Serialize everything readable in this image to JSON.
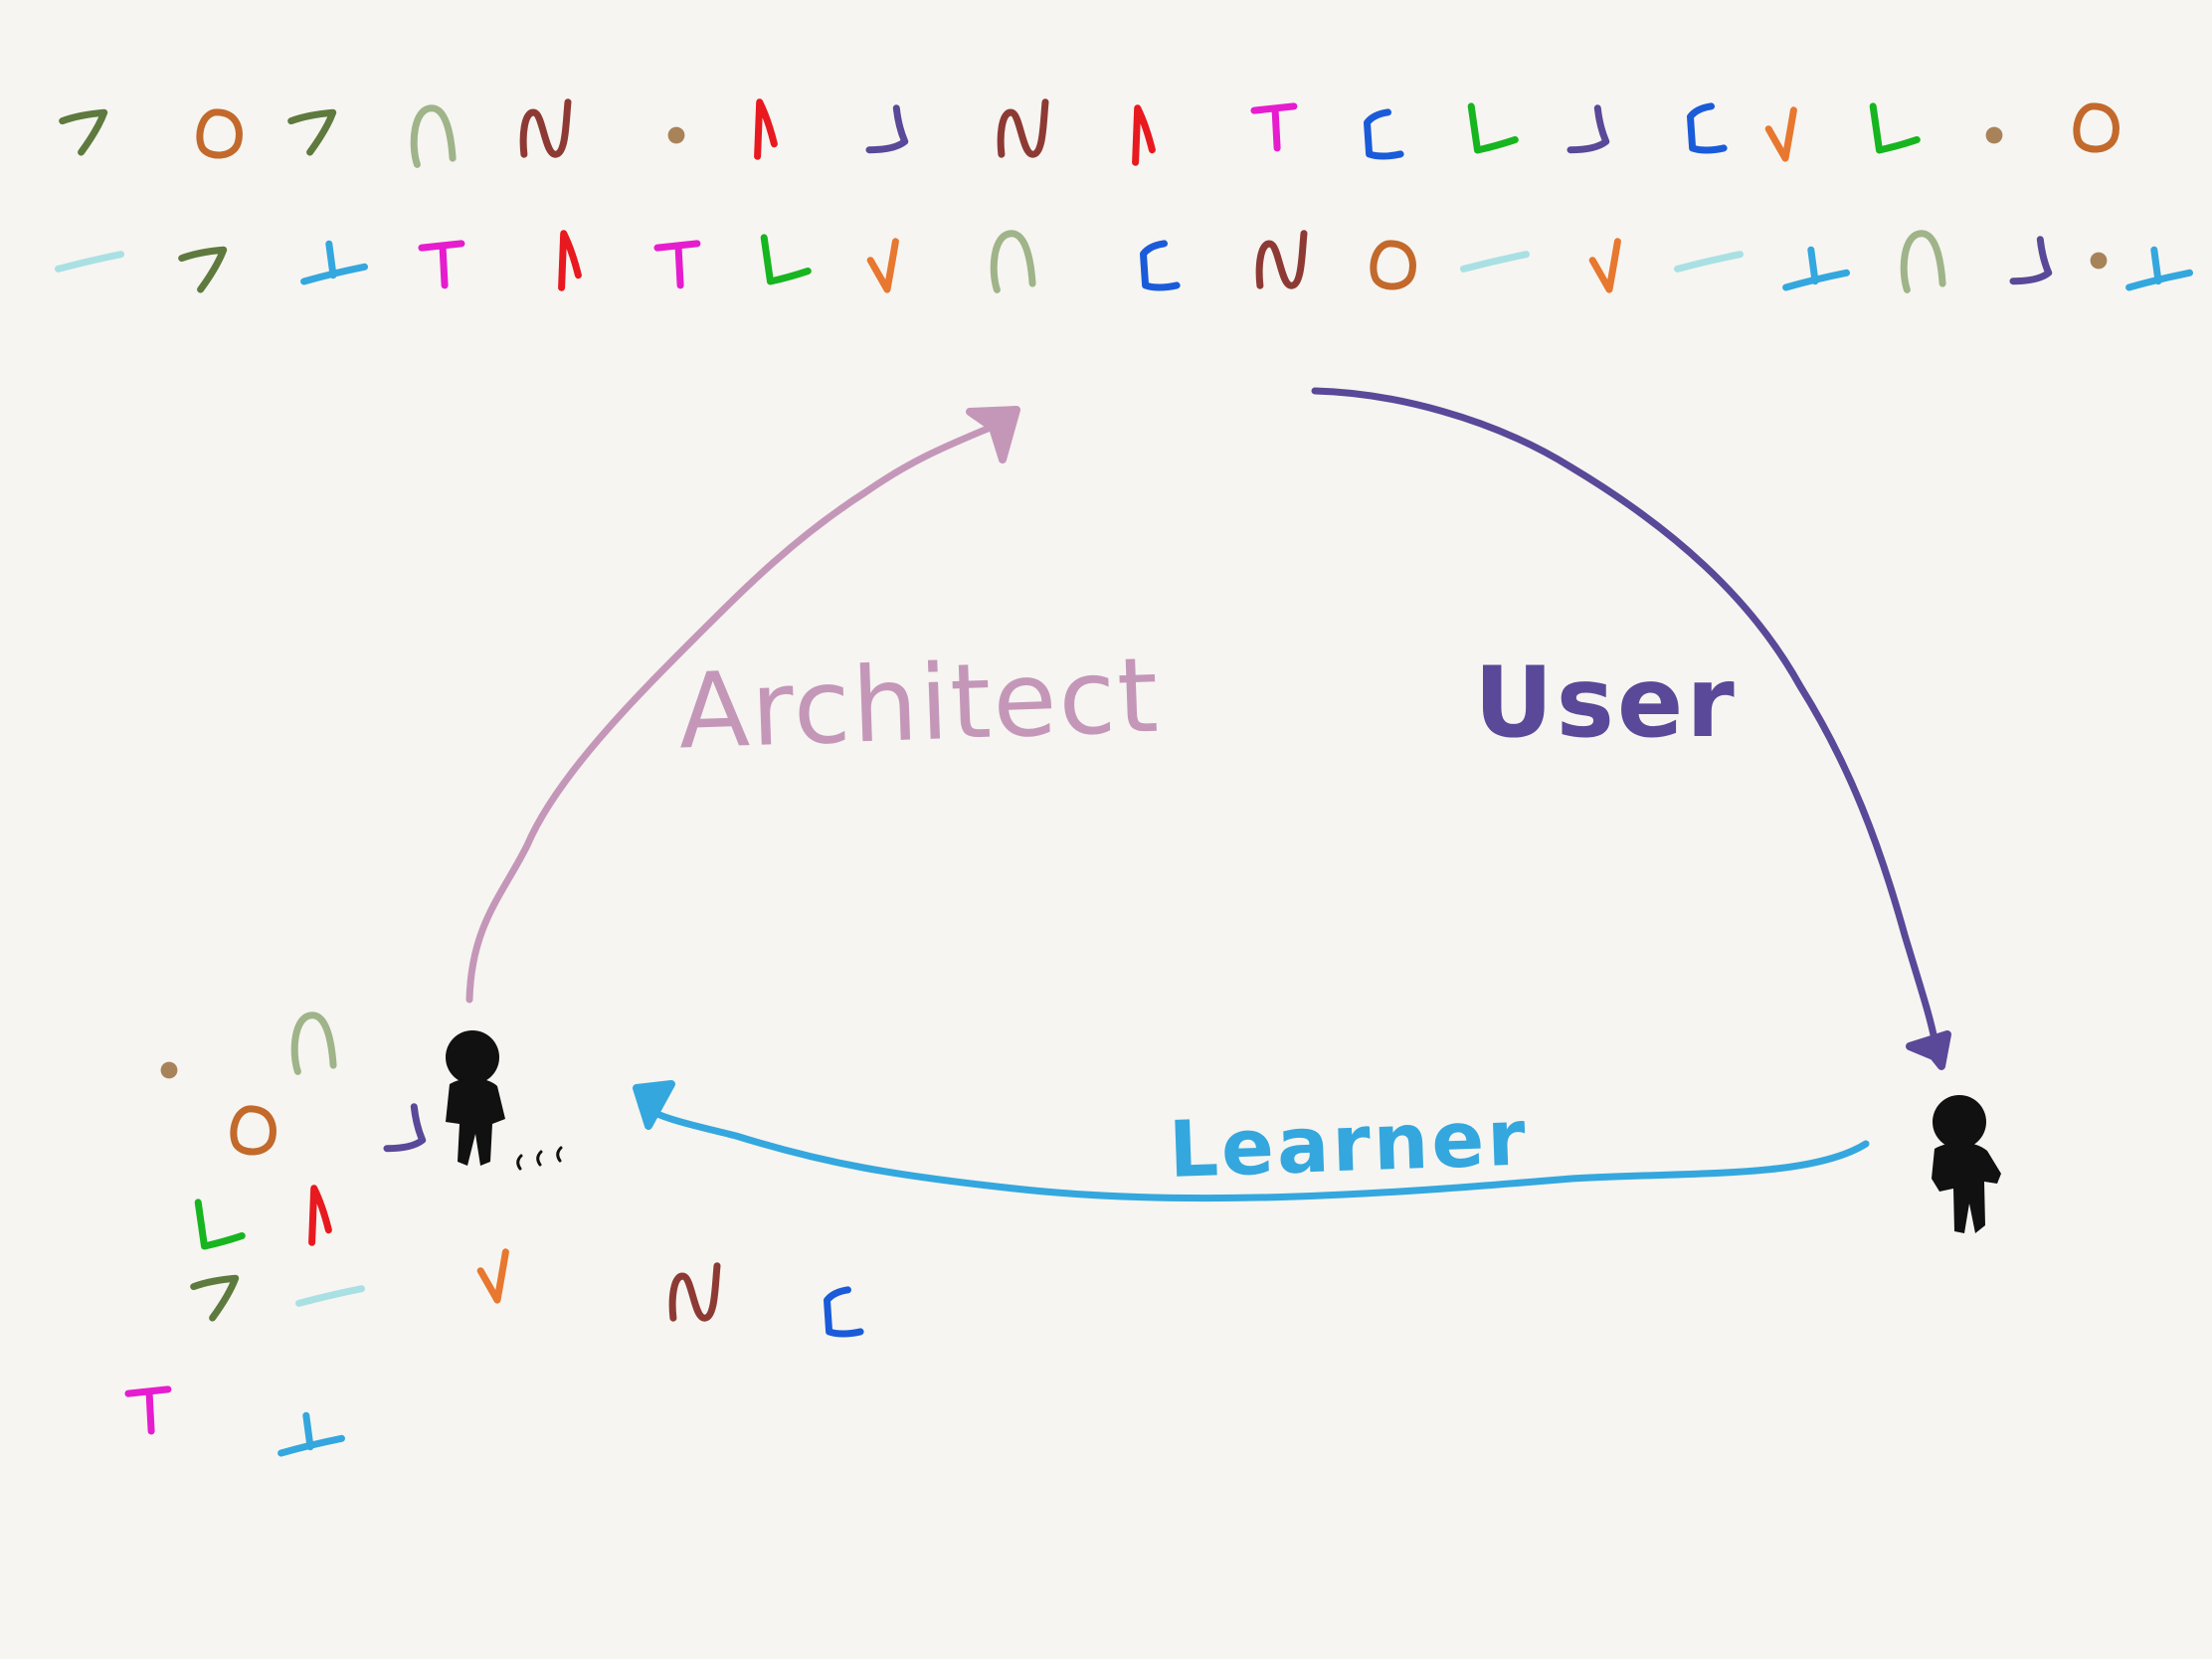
{
  "colors": {
    "background": "#f6f5f1",
    "architect": "#c497b9",
    "user": "#5a4898",
    "learner": "#34a7de",
    "person": "#111111"
  },
  "labels": {
    "architect": "Architect",
    "user": "User",
    "learner": "Learner"
  },
  "glyph_palette": {
    "seven": "#5e7a3e",
    "ring": "#c2692b",
    "arch": "#9fb489",
    "wave": "#8e3a34",
    "dot": "#a8835a",
    "caret": "#e8191f",
    "hook": "#5a4898",
    "tee": "#e61ccf",
    "bracket": "#1a5bd9",
    "ell": "#17b520",
    "vee": "#e8772f",
    "dash": "#a9e0e3",
    "fork": "#34a7de"
  },
  "symbol_rows": {
    "top": [
      "seven",
      "ring",
      "seven",
      "arch",
      "wave",
      "dot",
      "caret",
      "hook",
      "wave",
      "caret",
      "tee",
      "bracket",
      "ell",
      "hook",
      "bracket",
      "vee",
      "ell",
      "dot",
      "ring"
    ],
    "bottom": [
      "dash",
      "seven",
      "fork",
      "tee",
      "caret",
      "tee",
      "ell",
      "vee",
      "arch",
      "bracket",
      "wave",
      "ring",
      "dash",
      "vee",
      "dash",
      "fork",
      "arch",
      "hook",
      "dot",
      "fork"
    ]
  },
  "scattered_symbols": [
    "dot",
    "arch",
    "ring",
    "hook",
    "ell",
    "caret",
    "seven",
    "dash",
    "vee",
    "wave",
    "bracket",
    "tee",
    "fork"
  ]
}
